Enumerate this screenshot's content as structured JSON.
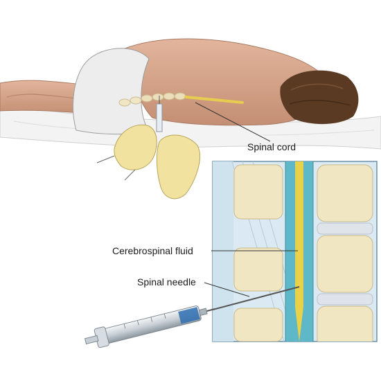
{
  "labels": {
    "spinal_cord": "Spinal cord",
    "csf": "Cerebrospinal fluid",
    "needle": "Spinal needle"
  },
  "colors": {
    "skin": "#d9a88e",
    "skin_shadow": "#b9826a",
    "hair": "#5a3a22",
    "underwear": "#ececec",
    "glove": "#f2e2a0",
    "bone": "#f1e6c2",
    "disc": "#dfe3ea",
    "cord": "#e9d24a",
    "csf": "#5fb8c7",
    "panel_bg": "#dbeaf2",
    "panel_border": "#6b8fa6",
    "syringe_fluid": "#2f6fb0"
  }
}
